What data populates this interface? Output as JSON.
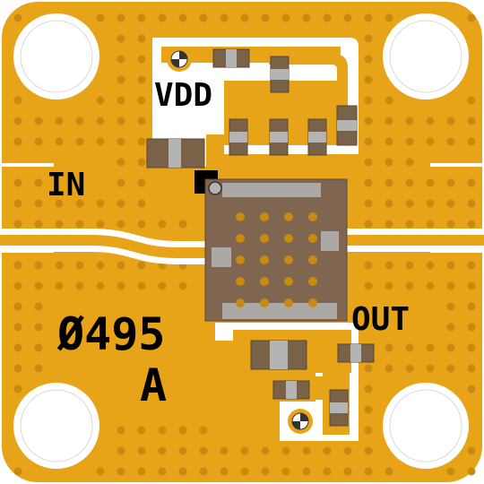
{
  "board": {
    "labels": {
      "vdd": "VDD",
      "in": "IN",
      "out": "OUT",
      "part_number": "Ø495",
      "revision": "A"
    }
  },
  "colors": {
    "gold": "#E8A418",
    "gold_dark": "#C88A10",
    "copper_white": "#ffffff",
    "component_body": "#7A6248",
    "component_end": "#B4B4B4",
    "chip_body": "#806650"
  }
}
